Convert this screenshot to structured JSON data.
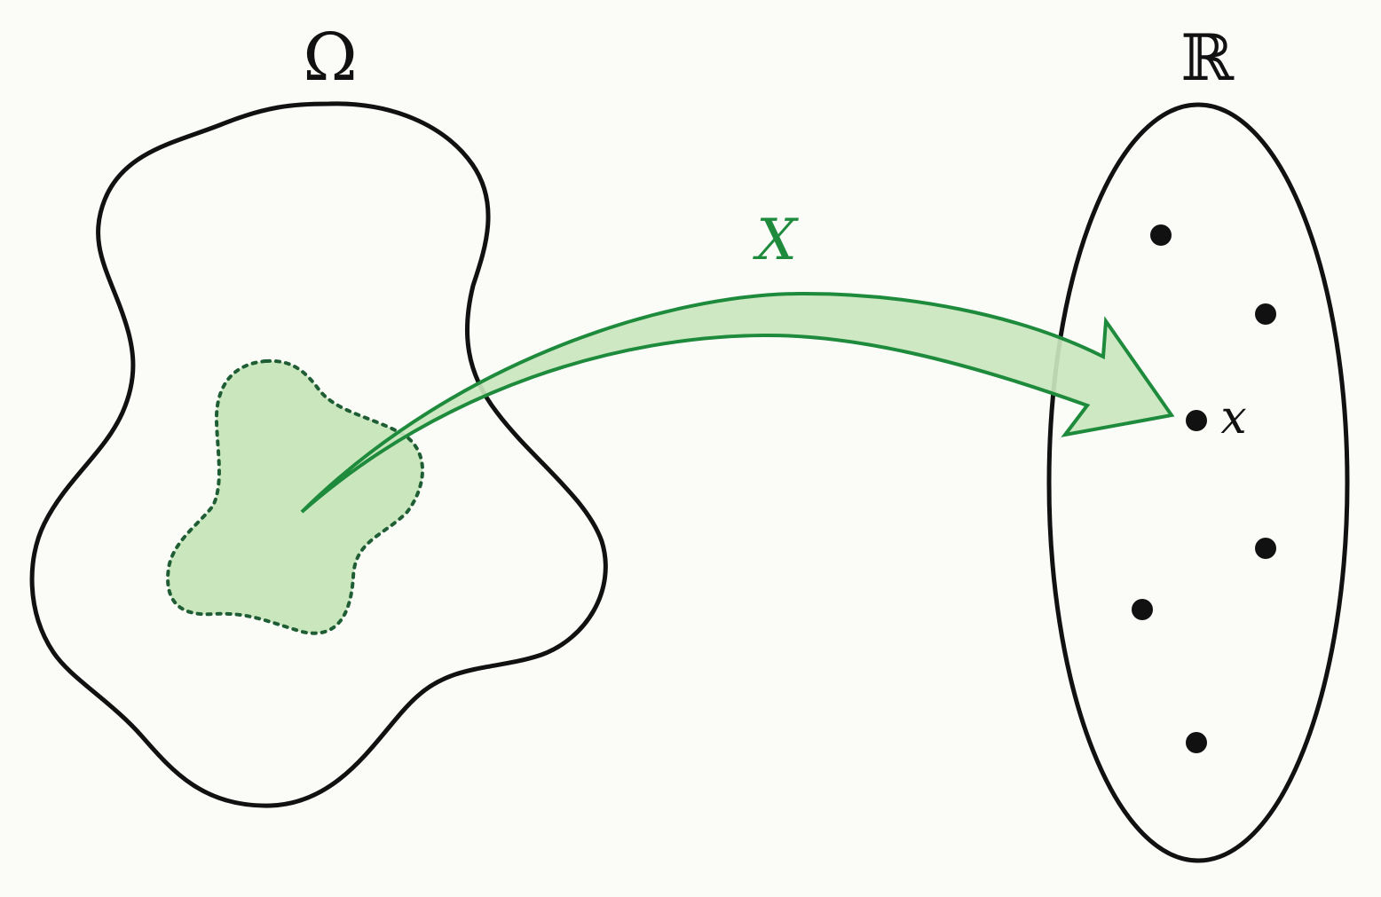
{
  "labels": {
    "sample_space": "Ω",
    "real_line": "ℝ",
    "random_variable": "X",
    "value": "x"
  },
  "colors": {
    "background": "#fbfbf8",
    "outline": "#111111",
    "event_fill": "#c9e6bd",
    "event_border": "#1f5e34",
    "arrow_fill": "#c9e6bd",
    "arrow_stroke": "#1e8a3c",
    "arrow_label": "#1e8a3c",
    "point": "#111111"
  },
  "points": {
    "count": 6
  }
}
